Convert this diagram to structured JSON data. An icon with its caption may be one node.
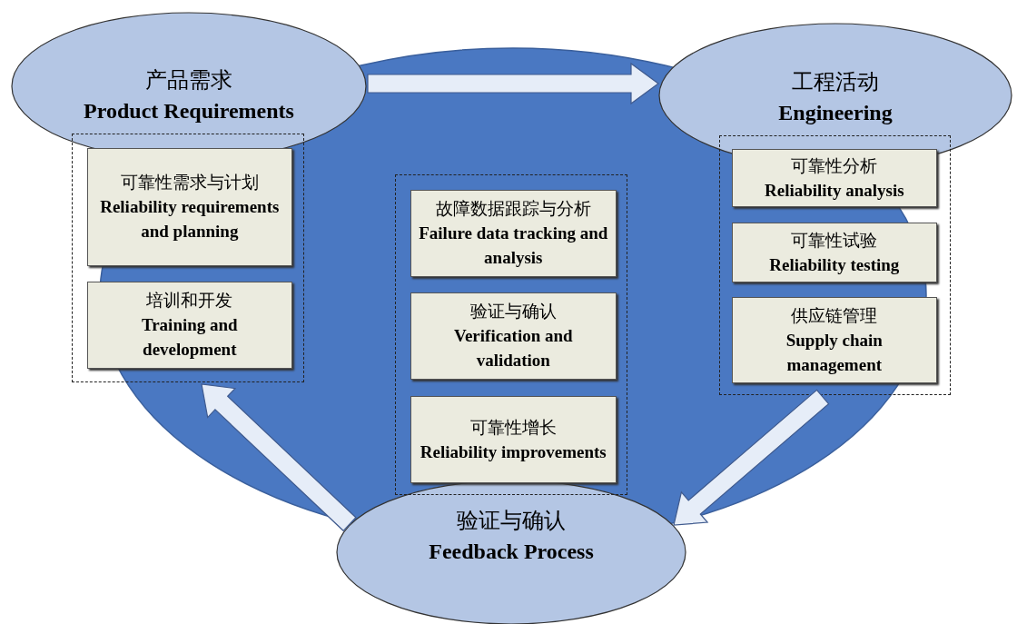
{
  "diagram": {
    "nodes": [
      {
        "text": [
          "产品需求",
          "Product Requirements"
        ]
      },
      {
        "text": [],
        "shape": "box"
      },
      {
        "text": [
          "可靠性需求与计划",
          "Reliability requirements and planning"
        ],
        "in": 1
      },
      {
        "text": [
          "培训和开发",
          "Training and development"
        ],
        "in": 1
      },
      {
        "text": [
          "工程活动",
          "Engineering"
        ]
      },
      {
        "text": [],
        "shape": "box"
      },
      {
        "text": [
          "可靠性分析",
          "Reliability analysis"
        ],
        "in": 5
      },
      {
        "text": [
          "可靠性试验",
          "Reliability testing"
        ],
        "in": 5
      },
      {
        "text": [
          "供应链管理",
          "Supply chain management"
        ],
        "in": 5
      },
      {
        "text": [],
        "shape": "box"
      },
      {
        "text": [
          "故障数据跟踪与分析",
          "Failure data tracking and analysis"
        ],
        "in": 9
      },
      {
        "text": [
          "验证与确认",
          "Verification and validation"
        ],
        "in": 9
      },
      {
        "text": [
          "可靠性增长",
          "Reliability improvements"
        ],
        "in": 9
      },
      {
        "text": [
          "验证与确认",
          "Feedback Process"
        ]
      }
    ],
    "edges": [
      {
        "from": 0,
        "to": 4,
        "arrow": "to"
      },
      {
        "from": 5,
        "to": 13,
        "arrow": "to"
      },
      {
        "from": 13,
        "to": 1,
        "arrow": "to"
      }
    ]
  }
}
